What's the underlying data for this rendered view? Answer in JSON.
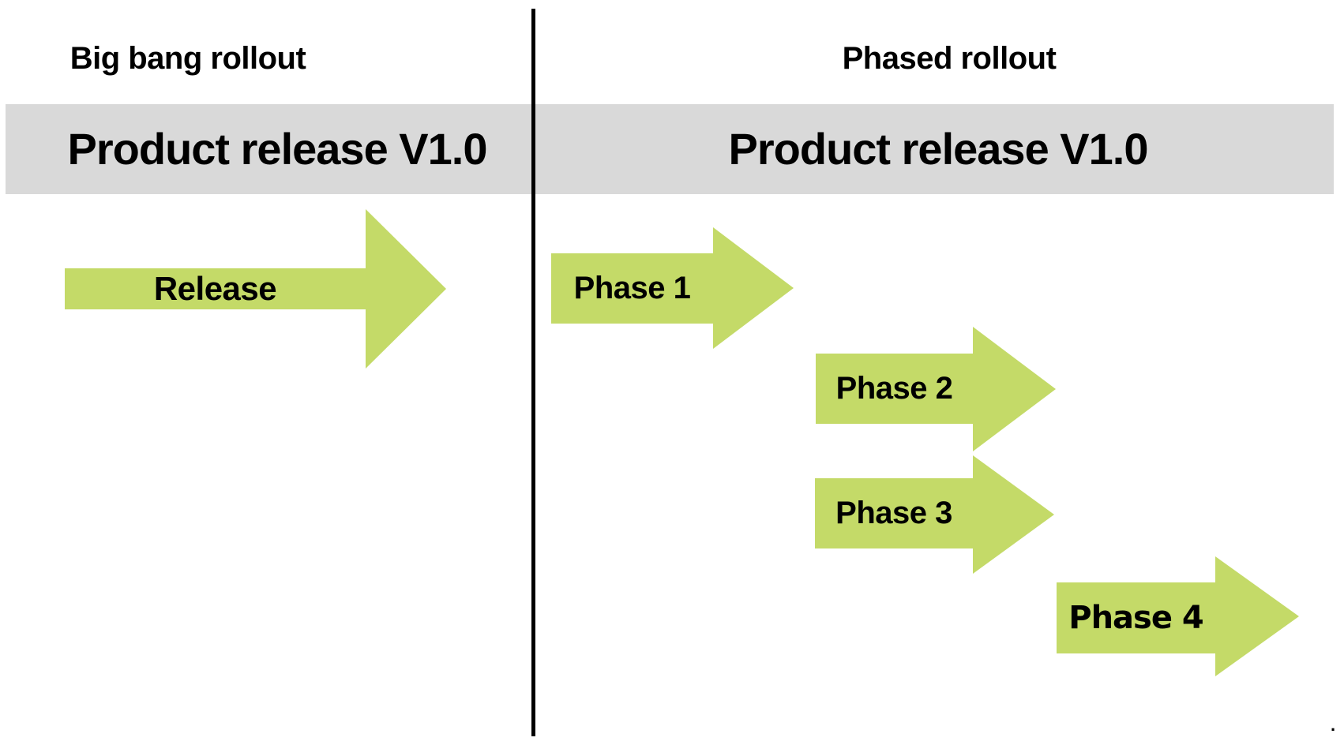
{
  "colors": {
    "arrow_green": "#c4da68",
    "banner_gray": "#d9d9d9",
    "divider_black": "#000000",
    "text_black": "#000000"
  },
  "left_panel": {
    "title": "Big bang rollout",
    "banner_label": "Product release V1.0",
    "arrows": [
      {
        "label": "Release"
      }
    ]
  },
  "right_panel": {
    "title": "Phased rollout",
    "banner_label": "Product release V1.0",
    "arrows": [
      {
        "label": "Phase 1"
      },
      {
        "label": "Phase 2"
      },
      {
        "label": "Phase 3"
      },
      {
        "label": "Phase 4"
      }
    ]
  },
  "footer": {
    "stray_mark": "."
  }
}
